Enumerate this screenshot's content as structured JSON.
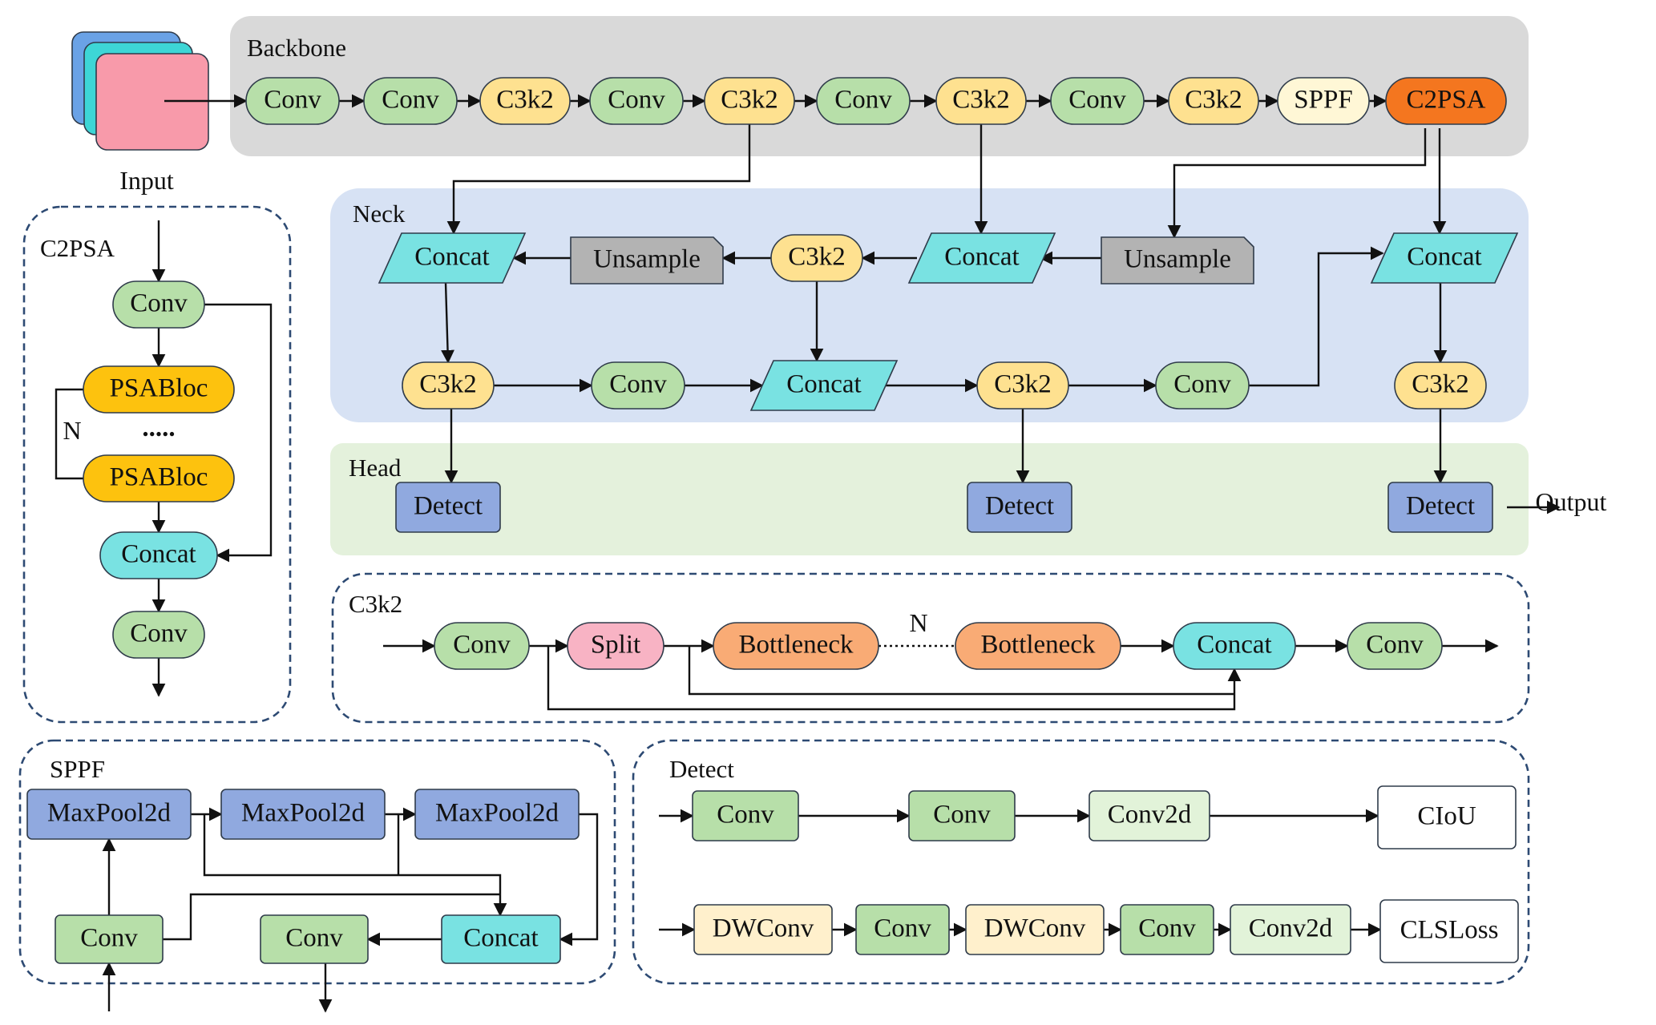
{
  "colors": {
    "conv": "#b7dfa9",
    "c3k2": "#fee190",
    "sppf": "#fff7d6",
    "c2psa": "#f4761f",
    "concat": "#79e2e2",
    "unsample": "#b3b3b3",
    "detect": "#90a9df",
    "psabloc": "#fdc20e",
    "split": "#f8b3c4",
    "bottleneck": "#f9ab75",
    "conv2d": "#e2f3d9",
    "dwconv": "#fff0cc",
    "lossbox": "#ffffff",
    "backbone_bg": "#d9d9d9",
    "neck_bg": "#d7e2f4",
    "head_bg": "#e4f1dc",
    "input_back": "#6aa2e6",
    "input_mid": "#3dd6d6",
    "input_front": "#f89aaa",
    "line": "#111111",
    "dashed_border": "#2d4a73"
  },
  "input": {
    "label": "Input"
  },
  "output": {
    "label": "Output"
  },
  "backbone": {
    "title": "Backbone",
    "nodes": [
      {
        "label": "Conv",
        "kind": "conv"
      },
      {
        "label": "Conv",
        "kind": "conv"
      },
      {
        "label": "C3k2",
        "kind": "c3k2"
      },
      {
        "label": "Conv",
        "kind": "conv"
      },
      {
        "label": "C3k2",
        "kind": "c3k2"
      },
      {
        "label": "Conv",
        "kind": "conv"
      },
      {
        "label": "C3k2",
        "kind": "c3k2"
      },
      {
        "label": "Conv",
        "kind": "conv"
      },
      {
        "label": "C3k2",
        "kind": "c3k2"
      },
      {
        "label": "SPPF",
        "kind": "sppf"
      },
      {
        "label": "C2PSA",
        "kind": "c2psa"
      }
    ]
  },
  "neck": {
    "title": "Neck",
    "top": [
      {
        "label": "Concat",
        "kind": "concat"
      },
      {
        "label": "Unsample",
        "kind": "unsample"
      },
      {
        "label": "C3k2",
        "kind": "c3k2"
      },
      {
        "label": "Concat",
        "kind": "concat"
      },
      {
        "label": "Unsample",
        "kind": "unsample"
      },
      {
        "label": "Concat",
        "kind": "concat"
      }
    ],
    "bottom": [
      {
        "label": "C3k2",
        "kind": "c3k2"
      },
      {
        "label": "Conv",
        "kind": "conv"
      },
      {
        "label": "Concat",
        "kind": "concat"
      },
      {
        "label": "C3k2",
        "kind": "c3k2"
      },
      {
        "label": "Conv",
        "kind": "conv"
      },
      {
        "label": "C3k2",
        "kind": "c3k2"
      }
    ]
  },
  "head": {
    "title": "Head",
    "nodes": [
      {
        "label": "Detect",
        "kind": "detect"
      },
      {
        "label": "Detect",
        "kind": "detect"
      },
      {
        "label": "Detect",
        "kind": "detect"
      }
    ]
  },
  "c2psa": {
    "title": "C2PSA",
    "nodes": [
      {
        "label": "Conv",
        "kind": "conv"
      },
      {
        "label": "PSABloc",
        "kind": "psabloc"
      },
      {
        "label": "PSABloc",
        "kind": "psabloc"
      },
      {
        "label": "Concat",
        "kind": "concat"
      },
      {
        "label": "Conv",
        "kind": "conv"
      }
    ],
    "dots": ".....",
    "repeat": "N"
  },
  "c3k2": {
    "title": "C3k2",
    "nodes": [
      {
        "label": "Conv",
        "kind": "conv"
      },
      {
        "label": "Split",
        "kind": "split"
      },
      {
        "label": "Bottleneck",
        "kind": "bottleneck"
      },
      {
        "label": "Bottleneck",
        "kind": "bottleneck"
      },
      {
        "label": "Concat",
        "kind": "concat"
      },
      {
        "label": "Conv",
        "kind": "conv"
      }
    ],
    "repeat": "N"
  },
  "sppf": {
    "title": "SPPF",
    "nodes": [
      {
        "label": "MaxPool2d",
        "kind": "detect"
      },
      {
        "label": "MaxPool2d",
        "kind": "detect"
      },
      {
        "label": "MaxPool2d",
        "kind": "detect"
      },
      {
        "label": "Conv",
        "kind": "conv"
      },
      {
        "label": "Conv",
        "kind": "conv"
      },
      {
        "label": "Concat",
        "kind": "concat"
      }
    ]
  },
  "detect": {
    "title": "Detect",
    "row1": [
      {
        "label": "Conv",
        "kind": "conv"
      },
      {
        "label": "Conv",
        "kind": "conv"
      },
      {
        "label": "Conv2d",
        "kind": "conv2d"
      },
      {
        "label": "CIoU",
        "kind": "lossbox"
      }
    ],
    "row2": [
      {
        "label": "DWConv",
        "kind": "dwconv"
      },
      {
        "label": "Conv",
        "kind": "conv"
      },
      {
        "label": "DWConv",
        "kind": "dwconv"
      },
      {
        "label": "Conv",
        "kind": "conv"
      },
      {
        "label": "Conv2d",
        "kind": "conv2d"
      },
      {
        "label": "CLSLoss",
        "kind": "lossbox"
      }
    ]
  }
}
